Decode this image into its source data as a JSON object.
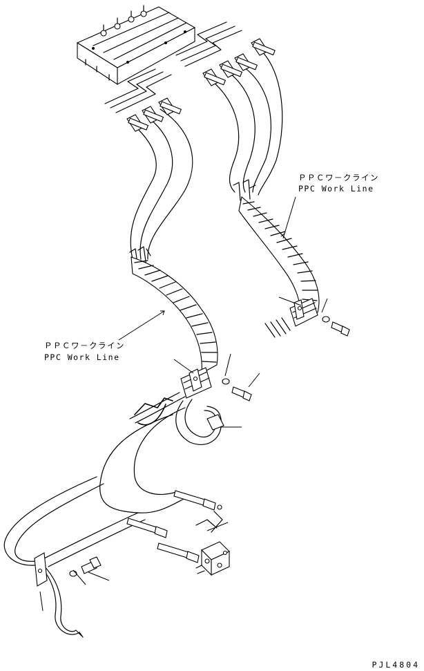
{
  "labels": {
    "ppc_upper": {
      "jp": "ＰＰＣワ－クライン",
      "en": "PPC Work Line"
    },
    "ppc_lower": {
      "jp": "ＰＰＣワ－クライン",
      "en": "PPC Work Line"
    }
  },
  "drawing_number": "PJL4804",
  "colors": {
    "line": "#000000",
    "background": "#ffffff"
  }
}
